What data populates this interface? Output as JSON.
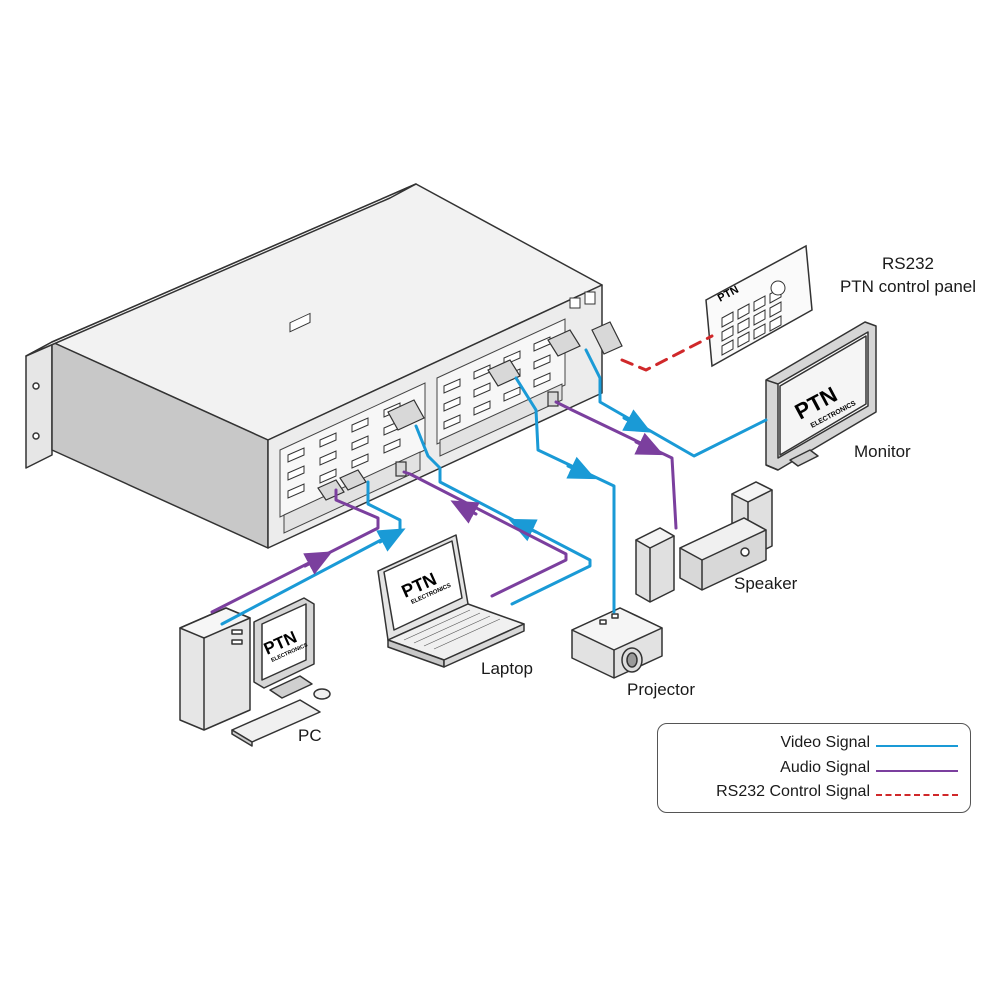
{
  "labels": {
    "rs232_line1": "RS232",
    "rs232_line2": "PTN control panel",
    "monitor": "Monitor",
    "speaker": "Speaker",
    "laptop": "Laptop",
    "projector": "Projector",
    "pc": "PC"
  },
  "device_logo": {
    "brand": "PTN",
    "sub": "ELECTRONICS"
  },
  "legend": {
    "items": [
      {
        "label": "Video Signal",
        "color": "#1a9ad6",
        "style": "solid"
      },
      {
        "label": "Audio Signal",
        "color": "#7b3f9e",
        "style": "solid"
      },
      {
        "label": "RS232 Control Signal",
        "color": "#d0282a",
        "style": "dashed"
      }
    ]
  },
  "colors": {
    "video": "#1a9ad6",
    "audio": "#7b3f9e",
    "rs232": "#d0282a",
    "outline": "#333333"
  }
}
